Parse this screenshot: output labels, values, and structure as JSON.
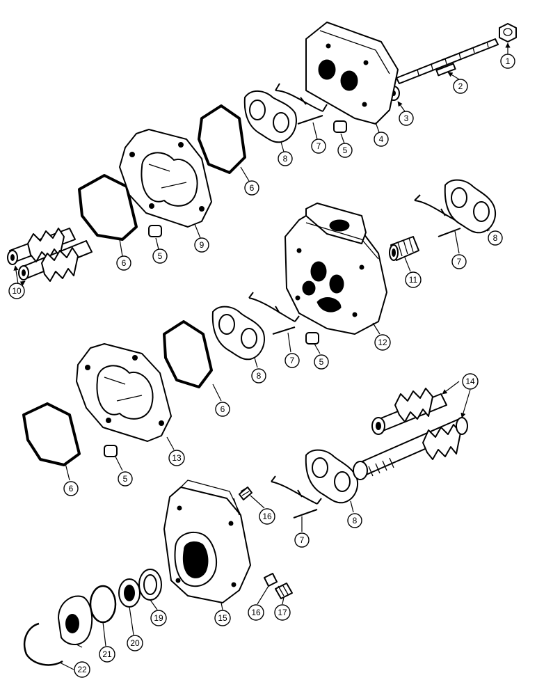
{
  "callouts": {
    "c1": "1",
    "c2": "2",
    "c3": "3",
    "c4": "4",
    "c5a": "5",
    "c5b": "5",
    "c5c": "5",
    "c5d": "5",
    "c6a": "6",
    "c6b": "6",
    "c6c": "6",
    "c6d": "6",
    "c7a": "7",
    "c7b": "7",
    "c7c": "7",
    "c7d": "7",
    "c8a": "8",
    "c8b": "8",
    "c8c": "8",
    "c8d": "8",
    "c9": "9",
    "c10": "10",
    "c11": "11",
    "c12": "12",
    "c13": "13",
    "c14": "14",
    "c15": "15",
    "c16a": "16",
    "c16b": "16",
    "c17": "17",
    "c19": "19",
    "c20": "20",
    "c21": "21",
    "c22": "22"
  }
}
